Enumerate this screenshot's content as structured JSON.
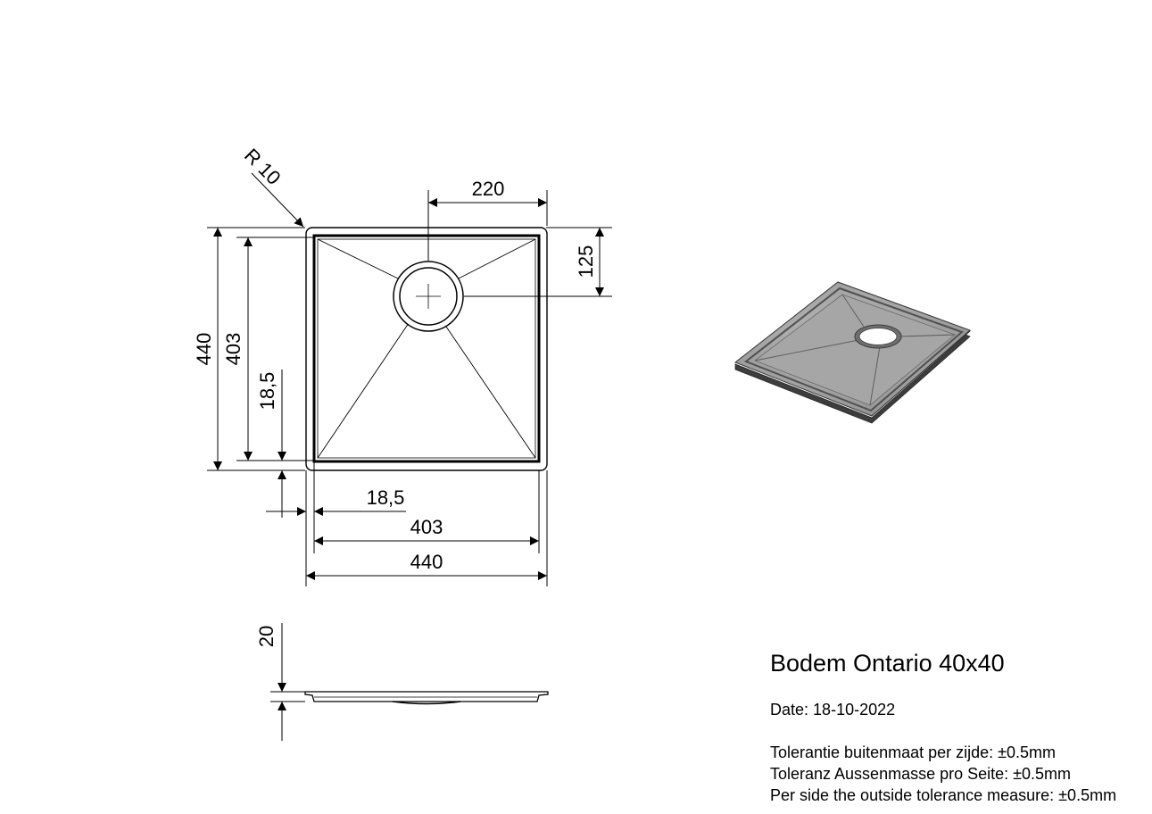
{
  "dimensions": {
    "radius": "R 10",
    "drain_offset_x": "220",
    "drain_offset_y": "125",
    "outer_height": "440",
    "inner_height": "403",
    "margin_vertical": "18,5",
    "margin_horizontal": "18,5",
    "inner_width": "403",
    "outer_width": "440",
    "depth": "20"
  },
  "info": {
    "title": "Bodem Ontario 40x40",
    "date_label": "Date:",
    "date_value": "18-10-2022",
    "tolerance_nl": "Tolerantie buitenmaat per zijde: ±0.5mm",
    "tolerance_de": "Toleranz Aussenmasse pro Seite: ±0.5mm",
    "tolerance_en": "Per side the outside tolerance measure: ±0.5mm"
  }
}
